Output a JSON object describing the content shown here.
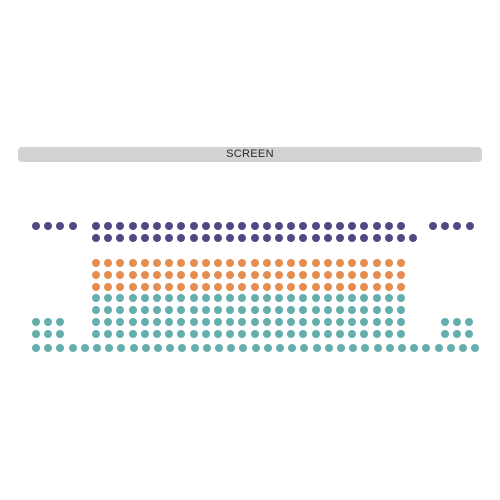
{
  "screen": {
    "label": "SCREEN"
  },
  "zones": {
    "purple": "#4f4a86",
    "orange": "#e48d4f",
    "teal": "#64aeae"
  },
  "seat_rows": [
    {
      "zone": "purple",
      "blocks": [
        4,
        26,
        4
      ]
    },
    {
      "zone": "purple",
      "blocks": [
        27
      ]
    },
    {
      "zone": "orange",
      "blocks": [
        26
      ]
    },
    {
      "zone": "orange",
      "blocks": [
        26
      ]
    },
    {
      "zone": "orange",
      "blocks": [
        26
      ]
    },
    {
      "zone": "teal",
      "blocks": [
        26
      ]
    },
    {
      "zone": "teal",
      "blocks": [
        26
      ]
    },
    {
      "zone": "teal",
      "blocks": [
        3,
        26,
        3
      ]
    },
    {
      "zone": "teal",
      "blocks": [
        3,
        26,
        3
      ]
    },
    {
      "zone": "teal",
      "blocks": [
        37
      ]
    }
  ]
}
